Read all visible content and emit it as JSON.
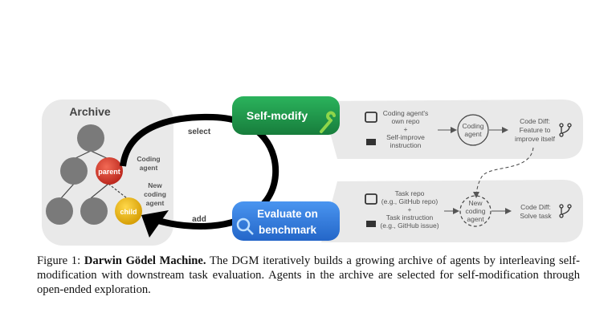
{
  "archive": {
    "title": "Archive",
    "parent_label": "parent",
    "child_label": "child"
  },
  "loop": {
    "select": "select",
    "add": "add",
    "coding_agent": [
      "Coding",
      "agent"
    ],
    "new_coding_agent": [
      "New",
      "coding",
      "agent"
    ]
  },
  "buttons": {
    "self_modify": "Self-modify",
    "evaluate": [
      "Evaluate on",
      "benchmark"
    ]
  },
  "top_panel": {
    "inputs": [
      "Coding agent's",
      "own repo",
      "+",
      "Self-improve",
      "instruction"
    ],
    "agent": [
      "Coding",
      "agent"
    ],
    "output": [
      "Code Diff:",
      "Feature to",
      "improve itself"
    ]
  },
  "bottom_panel": {
    "inputs": [
      "Task repo",
      "(e.g., GitHub repo)",
      "+",
      "Task instruction",
      "(e.g., GitHub issue)"
    ],
    "agent": [
      "New",
      "coding",
      "agent"
    ],
    "output": [
      "Code Diff:",
      "Solve task"
    ]
  },
  "caption": {
    "label": "Figure 1:",
    "title": "Darwin Gödel Machine.",
    "text": "The DGM iteratively builds a growing archive of agents by interleaving self-modification with downstream task evaluation. Agents in the archive are selected for self-modification through open-ended exploration."
  },
  "colors": {
    "green": "#1f9a4c",
    "blue": "#2f7de0",
    "red": "#d93a2b",
    "yellow": "#e8b90f",
    "panel": "#e9e9e9",
    "node": "#7a7a7a"
  }
}
